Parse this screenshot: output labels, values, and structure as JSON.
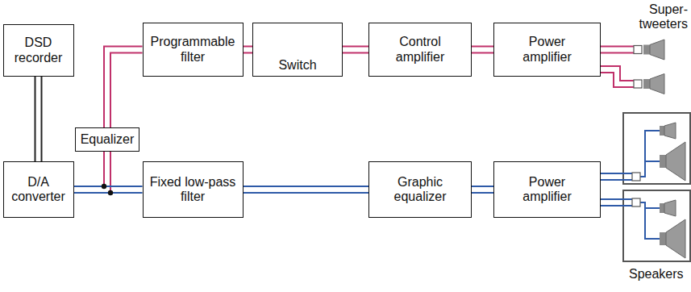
{
  "diagram": {
    "nodes": [
      {
        "text": [
          "DSD recorder"
        ]
      },
      {
        "text": [
          "Programmable filter"
        ]
      },
      {
        "text": [
          "Switch"
        ]
      },
      {
        "text": [
          "Control amplifier"
        ]
      },
      {
        "text": [
          "Power amplifier"
        ]
      },
      {
        "text": [
          "Equalizer"
        ]
      },
      {
        "text": [
          "D/A converter"
        ]
      },
      {
        "text": [
          "Fixed low-pass filter"
        ]
      },
      {
        "text": [
          "Graphic equalizer"
        ]
      },
      {
        "text": [
          "Power amplifier"
        ]
      }
    ],
    "edges": [
      {
        "from": 0,
        "to": 6,
        "arrow": "none"
      },
      {
        "from": 6,
        "to": 5,
        "arrow": "none"
      },
      {
        "from": 5,
        "to": 1,
        "arrow": "none"
      },
      {
        "from": 1,
        "to": 2,
        "arrow": "none"
      },
      {
        "from": 2,
        "to": 3,
        "arrow": "none"
      },
      {
        "from": 3,
        "to": 4,
        "arrow": "none"
      },
      {
        "from": 6,
        "to": 7,
        "arrow": "none"
      },
      {
        "from": 7,
        "to": 8,
        "arrow": "none"
      },
      {
        "from": 8,
        "to": 9,
        "arrow": "none"
      }
    ],
    "labels": [
      "Super-tweeters",
      "Speakers"
    ]
  }
}
